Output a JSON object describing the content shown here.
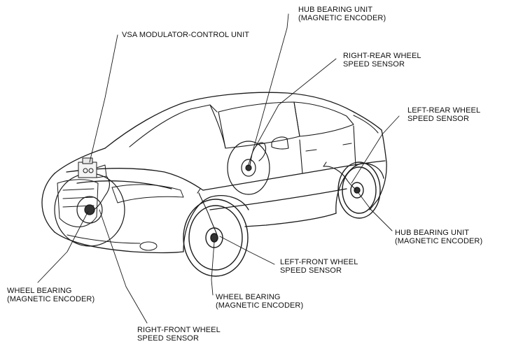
{
  "callouts": {
    "hub_bearing_rear_right": {
      "line1": "HUB BEARING UNIT",
      "line2": "(MAGNETIC ENCODER)"
    },
    "vsa_unit": {
      "line1": "VSA MODULATOR-CONTROL UNIT"
    },
    "right_rear_sensor": {
      "line1": "RIGHT-REAR WHEEL",
      "line2": "SPEED SENSOR"
    },
    "left_rear_sensor": {
      "line1": "LEFT-REAR WHEEL",
      "line2": "SPEED SENSOR"
    },
    "hub_bearing_rear_left": {
      "line1": "HUB BEARING UNIT",
      "line2": "(MAGNETIC ENCODER)"
    },
    "left_front_sensor": {
      "line1": "LEFT-FRONT WHEEL",
      "line2": "SPEED SENSOR"
    },
    "wheel_bearing_left_front": {
      "line1": "WHEEL BEARING",
      "line2": "(MAGNETIC ENCODER)"
    },
    "wheel_bearing_right_front": {
      "line1": "WHEEL BEARING",
      "line2": "(MAGNETIC ENCODER)"
    },
    "right_front_sensor": {
      "line1": "RIGHT-FRONT WHEEL",
      "line2": "SPEED SENSOR"
    }
  },
  "colors": {
    "line": "#1a1a1a",
    "background": "#ffffff"
  }
}
